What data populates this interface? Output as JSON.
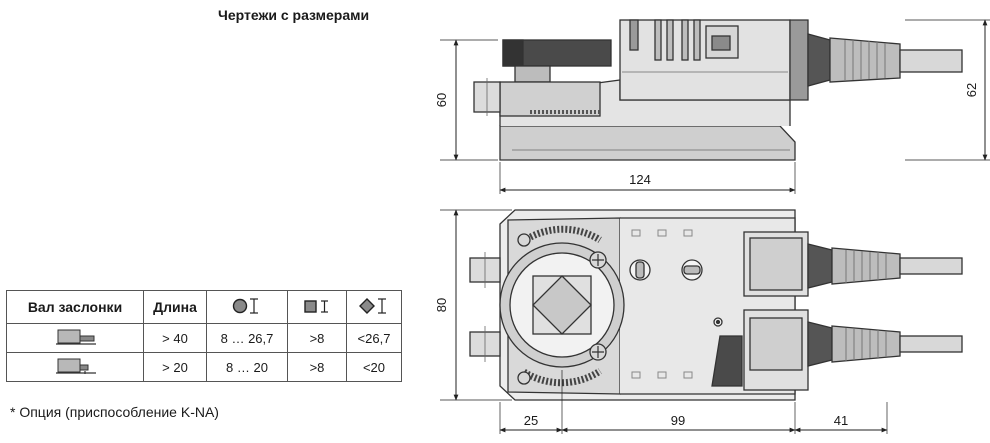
{
  "title": "Чертежи с размерами",
  "table": {
    "headers": [
      "Вал заслонки",
      "Длина"
    ],
    "rows": [
      {
        "length": "> 40",
        "round": "8 … 26,7",
        "square": ">8",
        "diamond": "<26,7"
      },
      {
        "length": "> 20",
        "round": "8 … 20",
        "square": ">8",
        "diamond": "<20"
      }
    ]
  },
  "footnote": "* Опция (приспособление K-NA)",
  "dimensions": {
    "side_height": "60",
    "side_total_height": "62",
    "side_length": "124",
    "top_width": "80",
    "top_left": "25",
    "top_middle": "99",
    "top_right": "41"
  },
  "icons": {
    "header_round": "round-shaft-icon",
    "header_square": "square-shaft-icon",
    "header_diamond": "diamond-shaft-icon",
    "row1_shaft": "long-shaft-icon",
    "row2_shaft": "short-shaft-icon"
  }
}
